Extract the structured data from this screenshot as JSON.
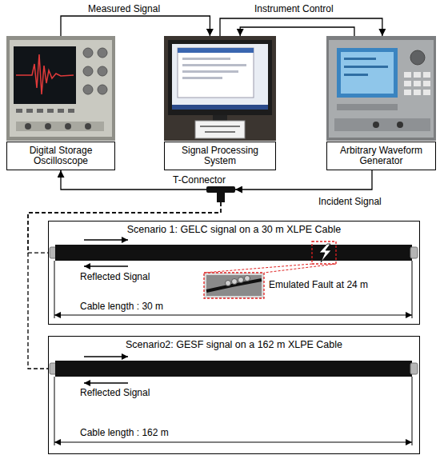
{
  "diagram": {
    "nodes": [
      {
        "text": [
          "Digital Storage Oscilloscope"
        ]
      },
      {
        "text": [
          "Signal Processing System"
        ]
      },
      {
        "text": [
          "Arbitrary Waveform Generator"
        ]
      },
      {
        "text": [
          "T-Connector"
        ]
      },
      {
        "text": [
          "Scenario 1: GELC signal on a 30 m XLPE Cable"
        ]
      },
      {
        "text": [
          "Scenario2: GESF signal on a 162 m XLPE Cable"
        ]
      }
    ],
    "edges": [
      {
        "from": 0,
        "to": 1,
        "label": "Measured Signal",
        "arrow": "to"
      },
      {
        "from": 1,
        "to": 2,
        "label": "Instrument Control",
        "arrow": "to"
      },
      {
        "from": 2,
        "to": 1,
        "arrow": "to"
      },
      {
        "from": 3,
        "to": 0,
        "arrow": "to"
      },
      {
        "from": 2,
        "to": 3,
        "label": "Incident Signal",
        "arrow": "to"
      },
      {
        "from": 3,
        "to": 4,
        "arrow": "none"
      },
      {
        "from": 3,
        "to": 5,
        "arrow": "none"
      }
    ],
    "labels": [
      "Reflected Signal",
      "Emulated Fault at 24 m",
      "Cable length : 30 m",
      "Reflected Signal",
      "Cable length : 162 m"
    ]
  }
}
